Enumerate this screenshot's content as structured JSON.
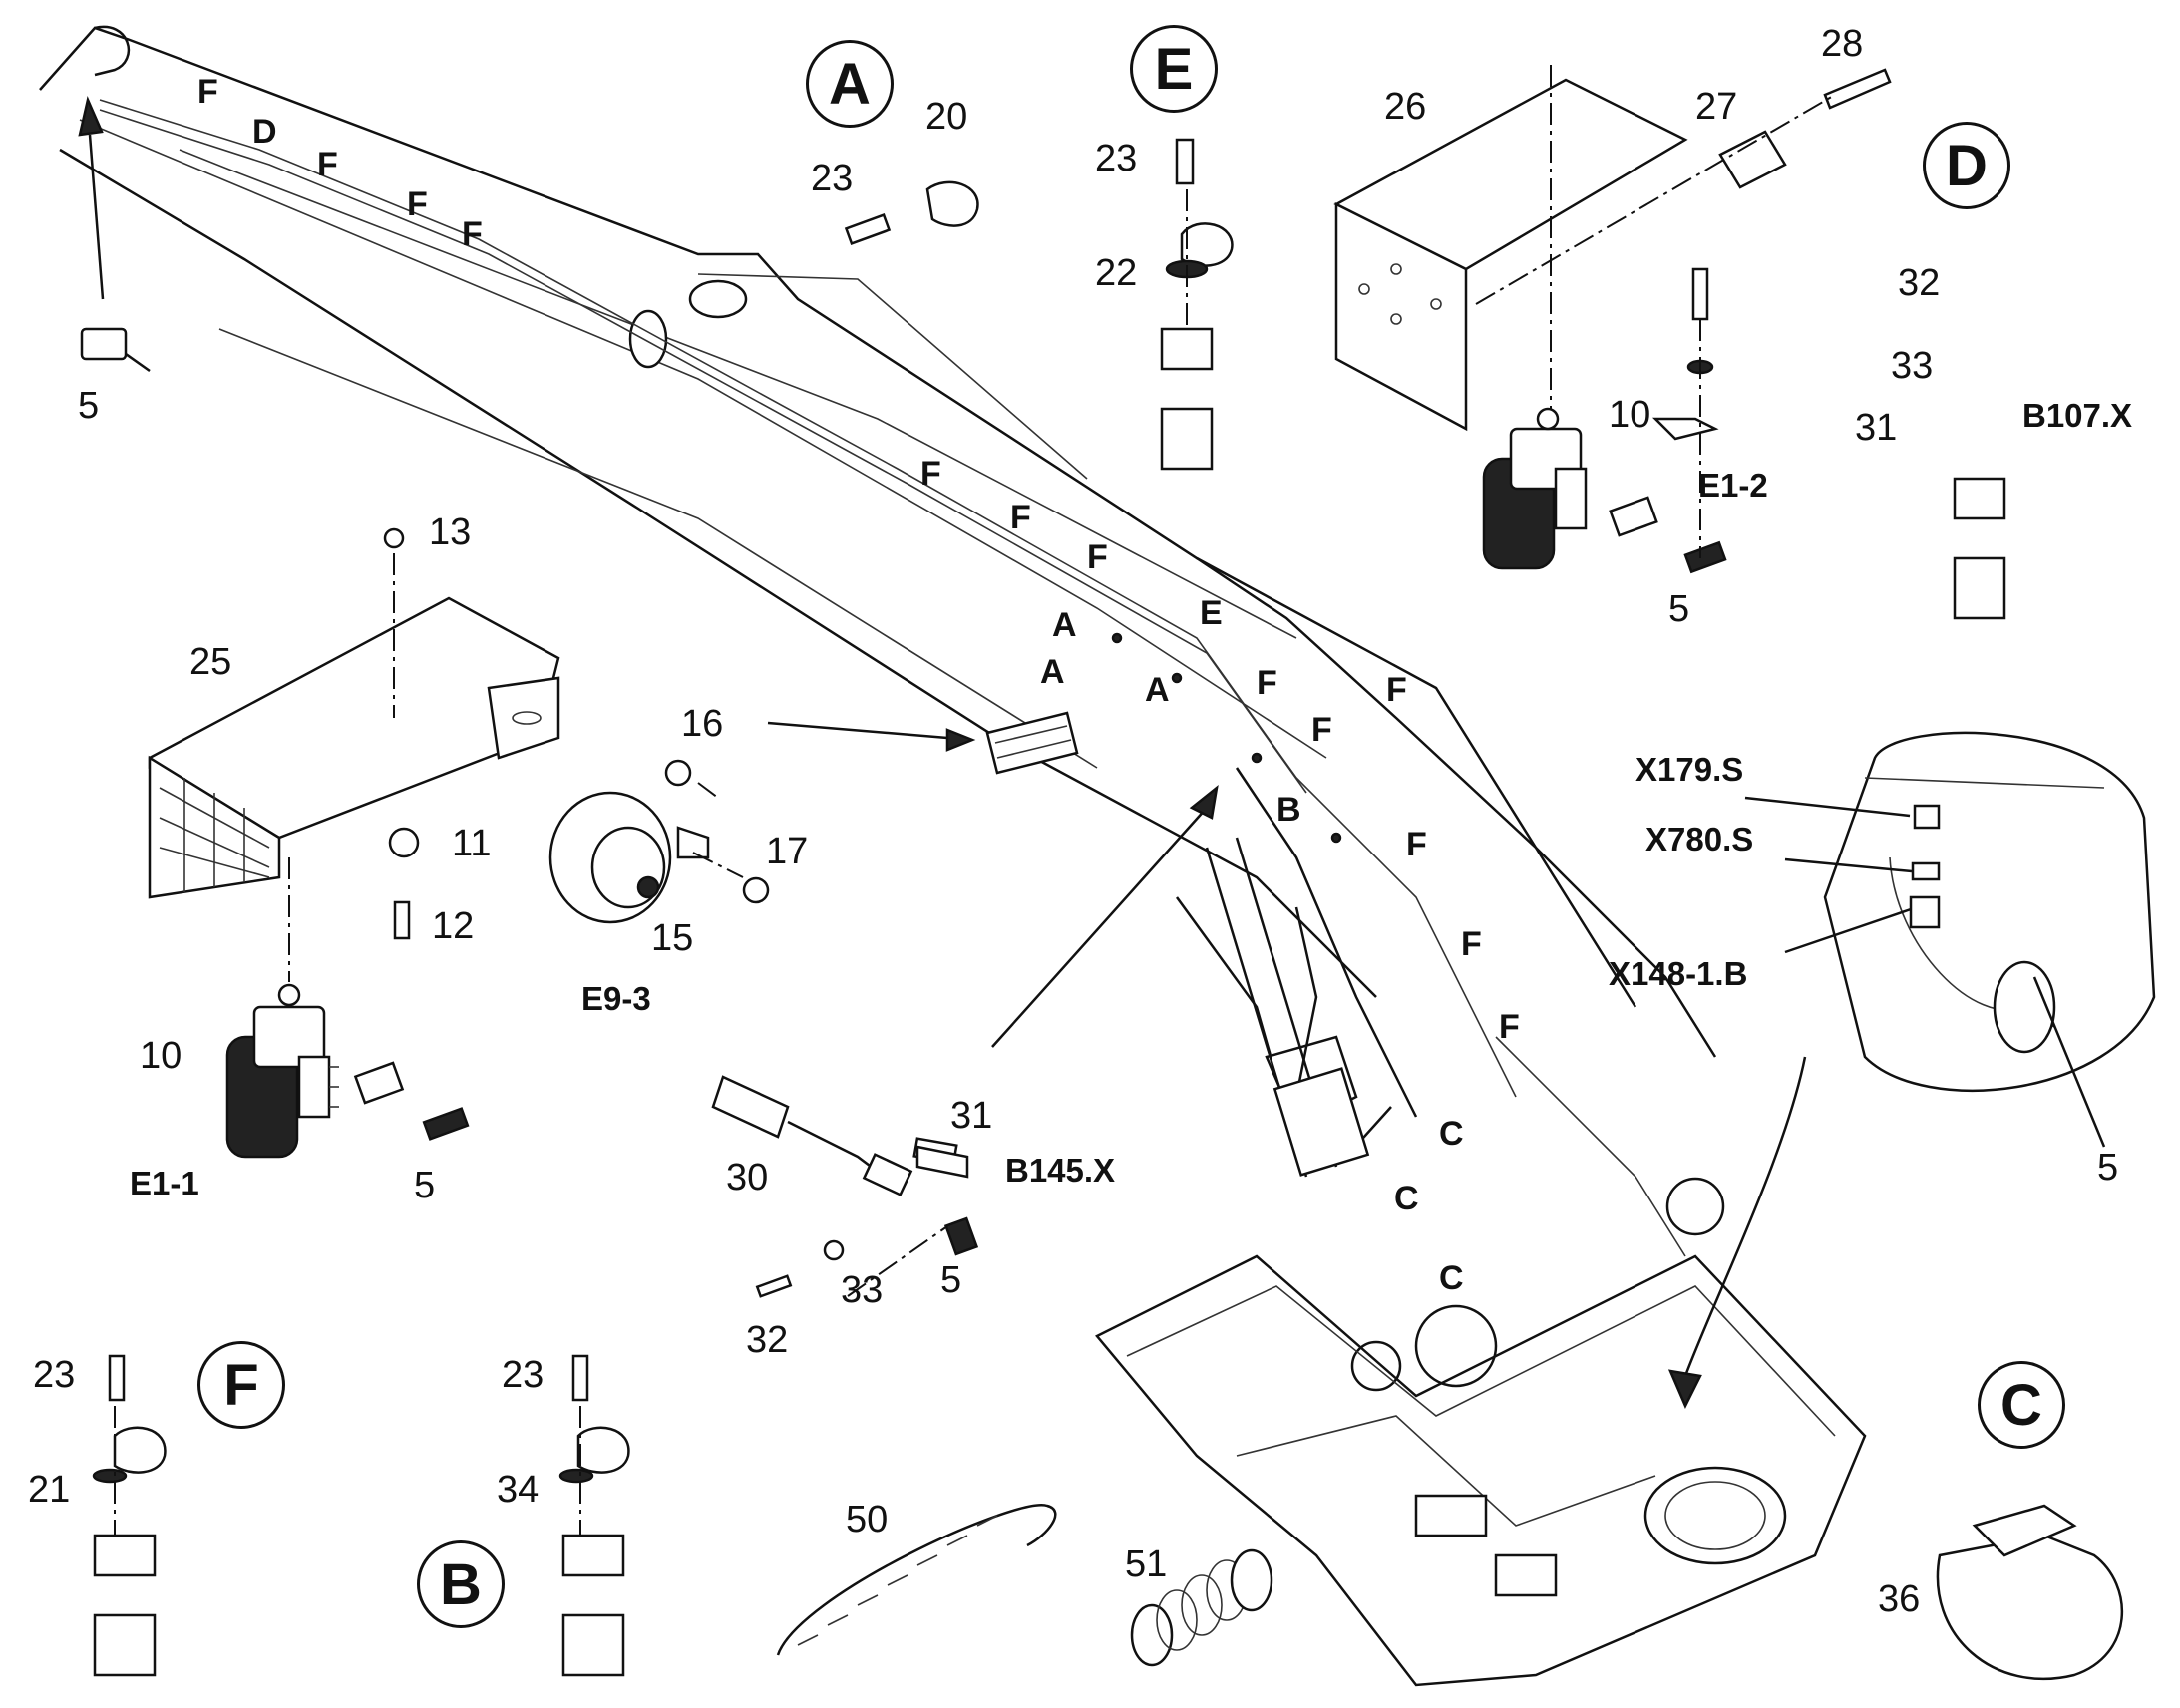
{
  "detail_views": {
    "A": "A",
    "B": "B",
    "C": "C",
    "D": "D",
    "E": "E",
    "F": "F"
  },
  "callouts": {
    "n5_top": "5",
    "n5_e1_1": "5",
    "n5_e1_2": "5",
    "n5_b145": "5",
    "n5_inset": "5",
    "n10_left": "10",
    "n10_right": "10",
    "n11": "11",
    "n12": "12",
    "n13": "13",
    "n15": "15",
    "n16": "16",
    "n17": "17",
    "n20": "20",
    "n21": "21",
    "n22": "22",
    "n23_a": "23",
    "n23_e": "23",
    "n23_f": "23",
    "n23_b": "23",
    "n25": "25",
    "n26": "26",
    "n27": "27",
    "n28": "28",
    "n30": "30",
    "n31_b145": "31",
    "n31_d": "31",
    "n32_b145": "32",
    "n32_d": "32",
    "n33_b145": "33",
    "n33_d": "33",
    "n34": "34",
    "n36": "36",
    "n50": "50",
    "n51": "51"
  },
  "components": {
    "e1_1": "E1-1",
    "e1_2": "E1-2",
    "e9_3": "E9-3",
    "b145": "B145.X",
    "b107": "B107.X",
    "x179": "X179.S",
    "x780": "X780.S",
    "x148": "X148-1.B"
  },
  "boom_markers": {
    "f1": "F",
    "d1": "D",
    "f2": "F",
    "f3": "F",
    "f4": "F",
    "f5": "F",
    "f6": "F",
    "f7": "F",
    "e1": "E",
    "a1": "A",
    "a2": "A",
    "a3": "A",
    "f8": "F",
    "f9": "F",
    "f10": "F",
    "b1": "B",
    "f11": "F",
    "f12": "F",
    "f13": "F",
    "c1": "C",
    "c2": "C",
    "c3": "C"
  }
}
